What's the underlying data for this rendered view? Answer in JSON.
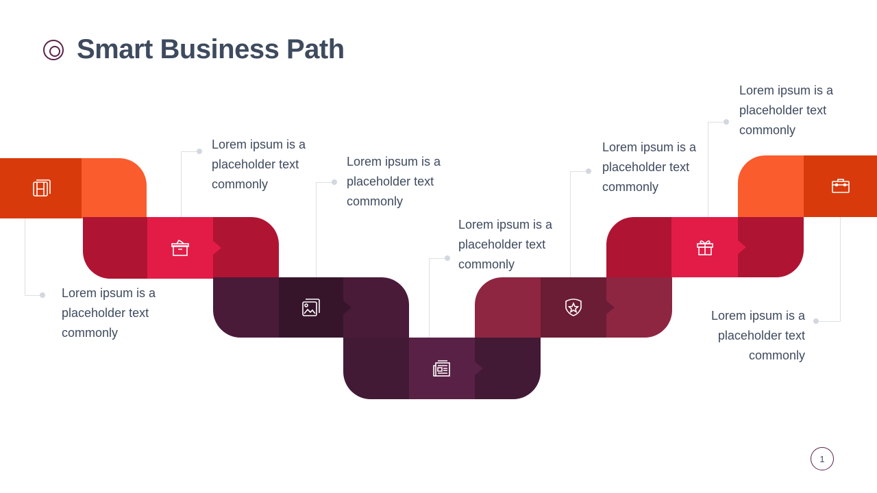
{
  "title": "Smart Business Path",
  "page_number": "1",
  "steps": [
    {
      "icon": "film-icon",
      "text": "Lorem ipsum is a placeholder text commonly"
    },
    {
      "icon": "archive-box-icon",
      "text": "Lorem ipsum is a placeholder text commonly"
    },
    {
      "icon": "image-icon",
      "text": "Lorem ipsum is a placeholder text commonly"
    },
    {
      "icon": "newspaper-icon",
      "text": "Lorem ipsum is a placeholder text commonly"
    },
    {
      "icon": "shield-star-icon",
      "text": "Lorem ipsum is a placeholder text commonly"
    },
    {
      "icon": "gift-icon",
      "text": "Lorem ipsum is a placeholder text commonly"
    },
    {
      "icon": "briefcase-icon",
      "text": "Lorem ipsum is a placeholder text commonly"
    }
  ],
  "colors": {
    "orange_dark": "#D93A0B",
    "orange": "#FA5C2E",
    "crimson": "#B01433",
    "red": "#E31C47",
    "plum": "#4A1B38",
    "plum_dark": "#36152B",
    "purple": "#5A2147",
    "wine": "#8E2642",
    "wine_dark": "#6B1D35",
    "text": "#3E4A5E"
  }
}
